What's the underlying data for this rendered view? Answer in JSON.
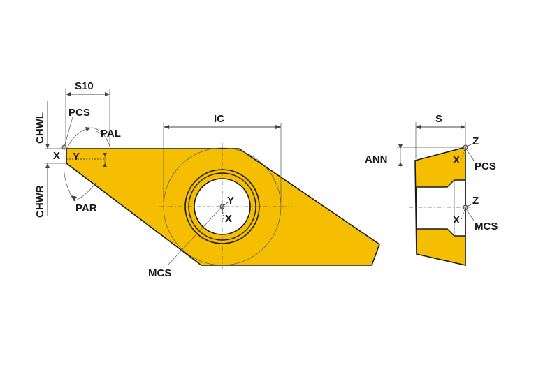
{
  "colors": {
    "insert_fill": "#F5BE00",
    "outline": "#1a1a1a",
    "dimension_line": "#444444",
    "background": "#ffffff"
  },
  "labels": {
    "s10": "S10",
    "chwl": "CHWL",
    "pcs_left": "PCS",
    "pal": "PAL",
    "x_left": "X",
    "y_left": "Y",
    "chwr": "CHWR",
    "par": "PAR",
    "ic": "IC",
    "y_center": "Y",
    "x_center": "X",
    "mcs_center": "MCS",
    "s": "S",
    "ann": "ANN",
    "z_top": "Z",
    "x_side_top": "X",
    "pcs_side": "PCS",
    "z_mid": "Z",
    "x_side_mid": "X",
    "mcs_side": "MCS"
  }
}
